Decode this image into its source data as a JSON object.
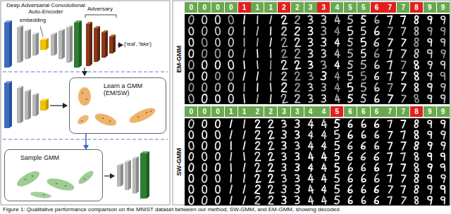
{
  "diagram": {
    "caption": "Figure 1: Qualitative performance comparison on the MNIST dataset between our method, SW-GMM, and EM-GMM, showing decoded",
    "nodes": [
      {
        "text": [
          "Learn a GMM (EM/SW)"
        ]
      },
      {
        "text": [
          "Sample GMM"
        ]
      }
    ],
    "edges": [
      {
        "from": 0,
        "to": 1,
        "arrow": "to"
      }
    ],
    "labels": [
      "Deep Adversarial Convolutional Auto-Encoder",
      "Adversary",
      "embedding",
      "{'real', 'fake'}",
      "EM-GMM",
      "0",
      "0",
      "0",
      "0",
      "1",
      "1",
      "1",
      "2",
      "2",
      "3",
      "3",
      "4",
      "5",
      "5",
      "6",
      "7",
      "7",
      "8",
      "9",
      "9",
      "SW-GMM",
      "0",
      "0",
      "0",
      "1",
      "1",
      "2",
      "2",
      "3",
      "3",
      "4",
      "4",
      "5",
      "6",
      "6",
      "6",
      "7",
      "7",
      "8",
      "9",
      "9"
    ]
  }
}
